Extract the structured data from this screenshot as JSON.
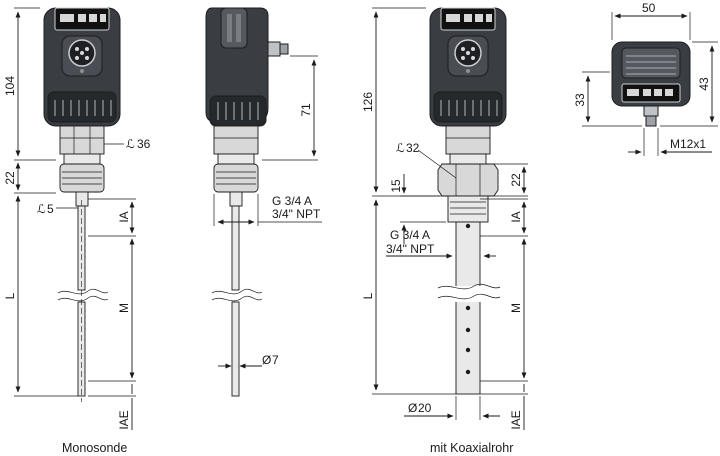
{
  "views": {
    "monosonde": {
      "caption": "Monosonde",
      "dims": {
        "height_top": "104",
        "height_lower": "22",
        "wrench_nut": "36",
        "wrench_small": "5",
        "ia": "IA",
        "length": "L",
        "m": "M",
        "iae": "IAE"
      }
    },
    "side": {
      "dims": {
        "height": "71",
        "thread_1": "G 3/4 A",
        "thread_2": "3/4\" NPT",
        "diameter": "7"
      }
    },
    "koaxialrohr": {
      "caption": "mit Koaxialrohr",
      "dims": {
        "height_top": "126",
        "wrench_nut": "32",
        "h15": "15",
        "h22": "22",
        "ia": "IA",
        "thread_1": "G 3/4 A",
        "thread_2": "3/4\" NPT",
        "length": "L",
        "m": "M",
        "iae": "IAE",
        "diameter": "20"
      }
    },
    "top": {
      "dims": {
        "width": "50",
        "height_43": "43",
        "height_33": "33",
        "connector": "M12x1"
      }
    }
  }
}
